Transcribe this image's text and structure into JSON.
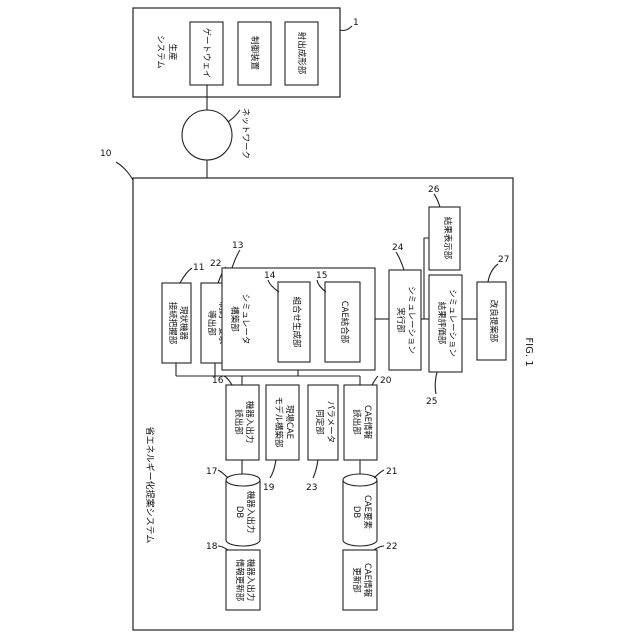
{
  "production_system": {
    "label": [
      "生産",
      "システム"
    ],
    "ref": "1",
    "units": [
      {
        "label": "ゲートウェイ"
      },
      {
        "label": "制御装置"
      },
      {
        "label": "射出成形部"
      }
    ]
  },
  "network": {
    "label": "ネットワーク"
  },
  "system": {
    "title": "省エネルギー化提案システム",
    "ref": "10"
  },
  "blocks": {
    "current_device_connection": {
      "label": [
        "現状機器",
        "接続把握部"
      ],
      "ref": "11"
    },
    "constraint_requirement": {
      "label": [
        "制約・要求",
        "導出部"
      ],
      "ref": "22"
    },
    "simulator_builder": {
      "label": [
        "シミュレータ",
        "構築部"
      ],
      "ref": "13"
    },
    "combination_generator": {
      "label": "組合せ生成部",
      "ref": "14"
    },
    "cae_coupling": {
      "label": "CAE結合部",
      "ref": "15"
    },
    "simulation_executor": {
      "label": [
        "シミュレーション",
        "実行部"
      ],
      "ref": "24"
    },
    "result_display": {
      "label": "結果表示部",
      "ref": "26"
    },
    "simulation_evaluator": {
      "label": [
        "シミュレーション",
        "結果評価部"
      ],
      "ref": "25"
    },
    "improvement_proposal": {
      "label": "改良提案部",
      "ref": "27"
    },
    "device_io_reader": {
      "label": [
        "機器入出力",
        "読出部"
      ],
      "ref": "16"
    },
    "onsite_cae_model": {
      "label": [
        "現場CAE",
        "モデル構築部"
      ],
      "ref": "19"
    },
    "parameter_identify": {
      "label": [
        "パラメータ",
        "同定部"
      ],
      "ref": "23"
    },
    "cae_info_reader": {
      "label": [
        "CAE情報",
        "読出部"
      ],
      "ref": "20"
    },
    "device_io_db": {
      "label": [
        "機器入出力",
        "DB"
      ],
      "ref": "17"
    },
    "cae_element_db": {
      "label": [
        "CAE要素",
        "DB"
      ],
      "ref": "21"
    },
    "device_io_updater": {
      "label": [
        "機器入出力",
        "情報更新部"
      ],
      "ref": "18"
    },
    "cae_info_updater": {
      "label": [
        "CAE情報",
        "更新部"
      ],
      "ref": "22"
    }
  },
  "figure_label": "FIG. 1"
}
